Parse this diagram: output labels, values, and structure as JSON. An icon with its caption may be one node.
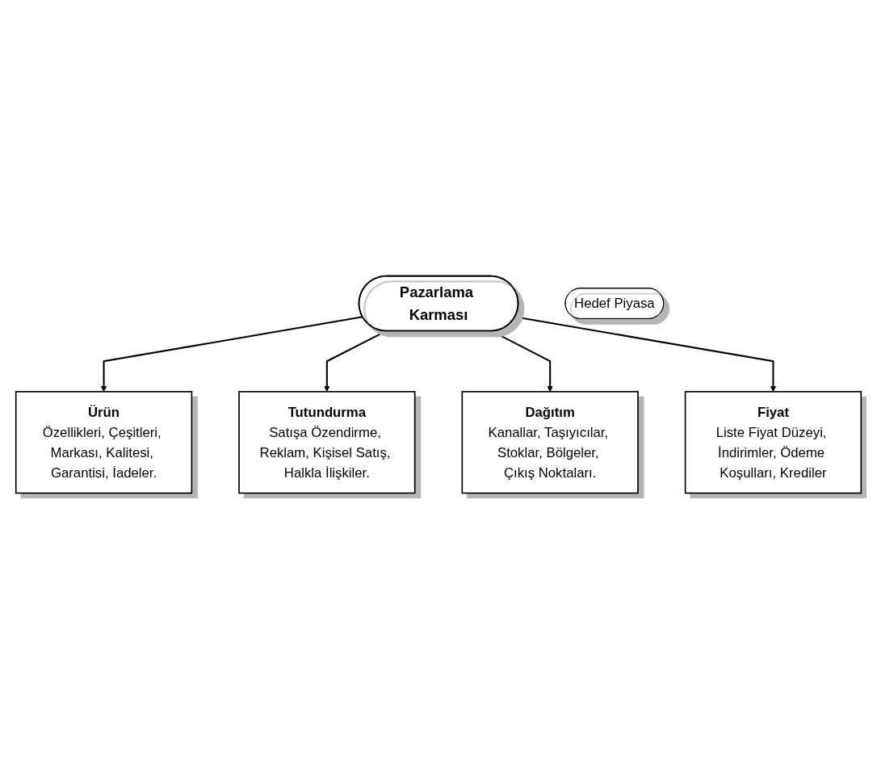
{
  "diagram": {
    "nodes": [
      {
        "text": [
          "Pazarlama Karması"
        ]
      },
      {
        "text": [
          "Ürün",
          "Özellikleri, Çeşitleri, Markası, Kalitesi, Garantisi, İadeler."
        ]
      },
      {
        "text": [
          "Fiyat",
          "Liste Fiyat Düzeyi, İndirimler, Ödeme Koşulları, Krediler"
        ]
      },
      {
        "text": [
          "Hedef Piyasa"
        ]
      },
      {
        "text": [
          "Tutundurma",
          "Satışa Özendirme, Reklam, Kişisel Satış, Halkla İlişkiler."
        ]
      },
      {
        "text": [
          "Dağıtım",
          "Kanallar, Taşıyıcılar, Stoklar, Bölgeler, Çıkış Noktaları."
        ]
      }
    ],
    "edges": [
      {
        "from": 0,
        "to": 1,
        "arrow": "to"
      },
      {
        "from": 0,
        "to": 4,
        "arrow": "to"
      },
      {
        "from": 0,
        "to": 5,
        "arrow": "to"
      },
      {
        "from": 0,
        "to": 2,
        "arrow": "to"
      }
    ]
  }
}
